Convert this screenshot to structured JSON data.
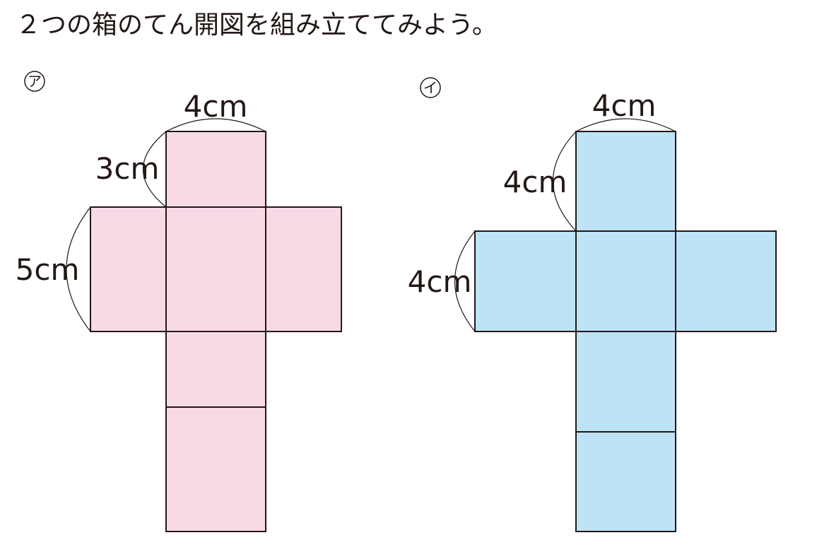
{
  "instruction": "２つの箱のてん開図を組み立ててみよう。",
  "nets": [
    {
      "label": "ア",
      "fill": "#f8dae7",
      "dims": {
        "top": "4cm",
        "upper_left": "3cm",
        "side": "5cm"
      }
    },
    {
      "label": "イ",
      "fill": "#bee3f7",
      "dims": {
        "top": "4cm",
        "upper_left": "4cm",
        "side": "4cm"
      }
    }
  ],
  "colors": {
    "line": "#231815",
    "text": "#231815"
  }
}
